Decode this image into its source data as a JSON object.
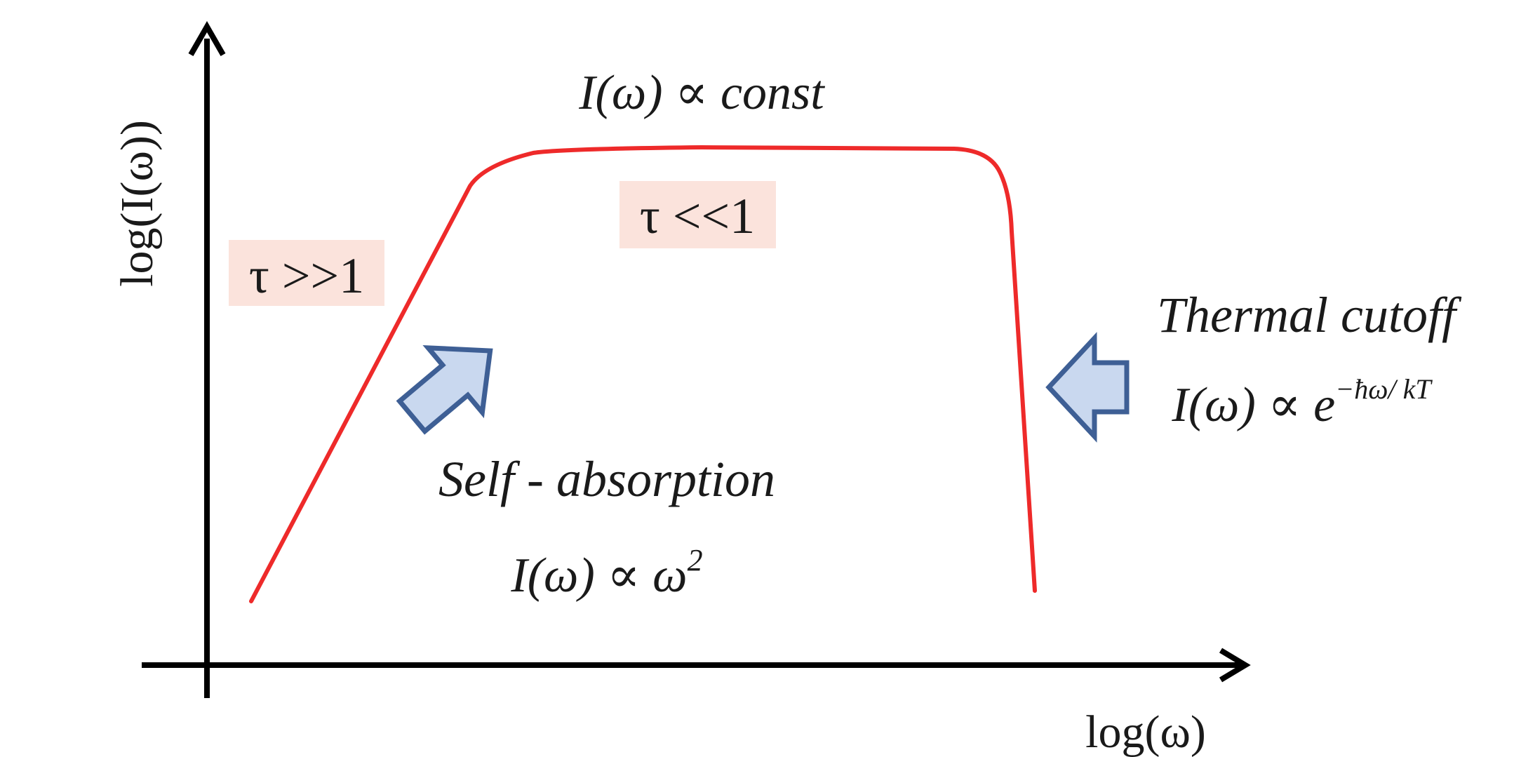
{
  "axes": {
    "y_label": "log(I(ω))",
    "x_label": "log(ω)"
  },
  "regions": {
    "optically_thick": {
      "label": "τ >>1",
      "highlight_color": "#fbe3dc"
    },
    "optically_thin": {
      "label": "τ <<1",
      "highlight_color": "#fbe3dc"
    }
  },
  "annotations": {
    "plateau": {
      "prefix": "I(ω) ∝ ",
      "value": "const"
    },
    "self_absorption": {
      "title": "Self - absorption",
      "formula": "I(ω) ∝ ω",
      "exponent": "2"
    },
    "thermal_cutoff": {
      "title": "Thermal cutoff",
      "formula": "I(ω) ∝ e",
      "exponent": "−ħω/ kT"
    }
  },
  "colors": {
    "curve": "#ee2a2a",
    "axis": "#000000",
    "arrow_fill": "#c9d8ef",
    "arrow_stroke": "#3e5f95"
  },
  "icons": {
    "self_absorption_arrow": "block-arrow-up-right",
    "thermal_cutoff_arrow": "block-arrow-left"
  }
}
